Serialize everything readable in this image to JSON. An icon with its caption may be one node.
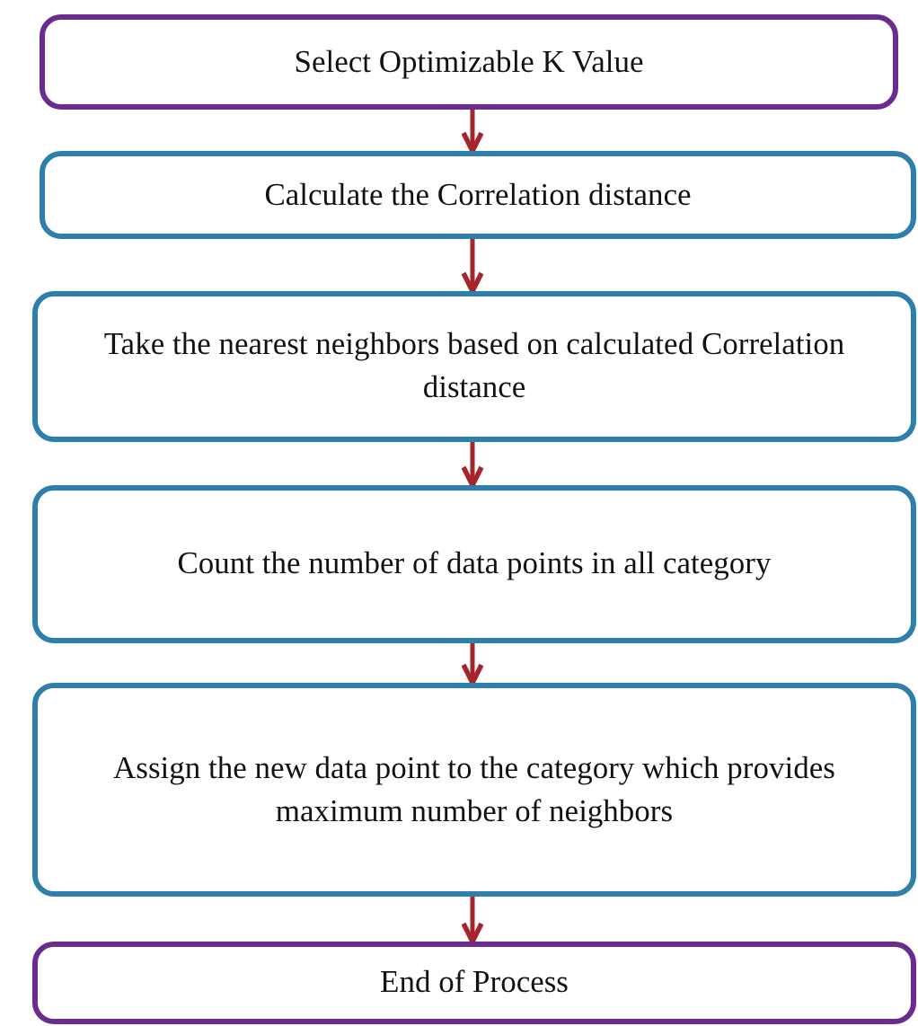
{
  "diagram": {
    "nodes": [
      {
        "text": [
          "Select Optimizable K Value"
        ]
      },
      {
        "text": [
          "Calculate the Correlation distance"
        ]
      },
      {
        "text": [
          "Take the nearest neighbors based on calculated Correlation distance"
        ]
      },
      {
        "text": [
          "Count the number of data points in all category"
        ]
      },
      {
        "text": [
          "Assign the new data point to the category which provides maximum number of neighbors"
        ]
      },
      {
        "text": [
          "End of Process"
        ]
      }
    ],
    "edges": [
      {
        "from": 0,
        "to": 1,
        "arrow": "to"
      },
      {
        "from": 1,
        "to": 2,
        "arrow": "to"
      },
      {
        "from": 2,
        "to": 3,
        "arrow": "to"
      },
      {
        "from": 3,
        "to": 4,
        "arrow": "to"
      },
      {
        "from": 4,
        "to": 5,
        "arrow": "to"
      }
    ]
  }
}
